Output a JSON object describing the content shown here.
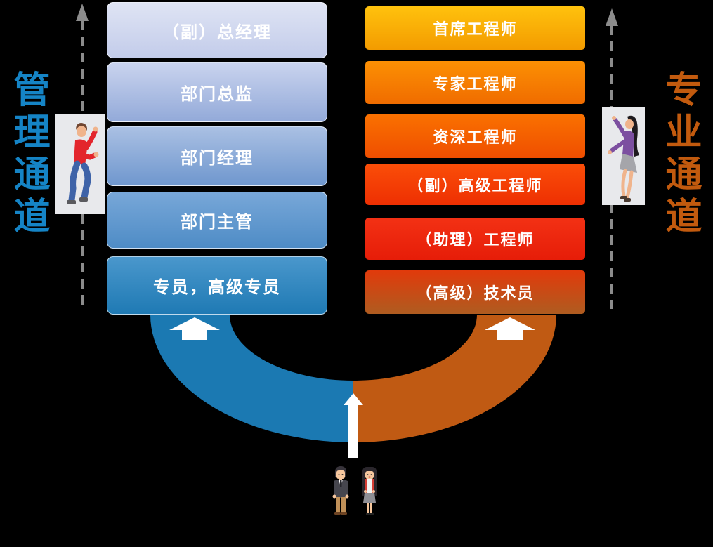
{
  "diagram": {
    "background": "#000000"
  },
  "left_channel": {
    "label": "管理通道",
    "label_color": "#1584C6",
    "box_text_color": "#FFFFFF",
    "levels": [
      {
        "label": "（副）总经理",
        "colors": {
          "top": "#DFE4F4",
          "bottom": "#C3CCEA"
        }
      },
      {
        "label": "部门总监",
        "colors": {
          "top": "#C9D3EE",
          "bottom": "#93AAD9"
        }
      },
      {
        "label": "部门经理",
        "colors": {
          "top": "#AAC0E3",
          "bottom": "#6F97CE"
        }
      },
      {
        "label": "部门主管",
        "colors": {
          "top": "#78A7D8",
          "bottom": "#4E8CC6"
        }
      },
      {
        "label": "专员，高级专员",
        "colors": {
          "top": "#4A97CC",
          "bottom": "#1F7AB4"
        }
      }
    ]
  },
  "right_channel": {
    "label": "专业通道",
    "label_color": "#C25A0E",
    "box_text_color": "#FFFFFF",
    "levels": [
      {
        "label": "首席工程师",
        "colors": {
          "top": "#FFC20D",
          "bottom": "#F39B00"
        }
      },
      {
        "label": "专家工程师",
        "colors": {
          "top": "#FC9003",
          "bottom": "#F06C00"
        }
      },
      {
        "label": "资深工程师",
        "colors": {
          "top": "#FA7100",
          "bottom": "#EF4E00"
        }
      },
      {
        "label": "（副）高级工程师",
        "colors": {
          "top": "#FA4E08",
          "bottom": "#EE2F02"
        }
      },
      {
        "label": "（助理）工程师",
        "colors": {
          "top": "#F33114",
          "bottom": "#E61D08"
        }
      },
      {
        "label": "（高级）技术员",
        "colors": {
          "top": "#E13A0B",
          "bottom": "#AF5C20"
        }
      }
    ]
  },
  "ring": {
    "left_color": "#1B79B2",
    "right_color": "#C05A13",
    "arrow_color": "#FFFFFF"
  },
  "guides": {
    "color": "#8C8C8C"
  },
  "icons": {
    "left_guide": "dashed-up-arrow",
    "right_guide": "dashed-up-arrow",
    "left_photo": "climbing-man-photo",
    "right_photo": "climbing-woman-photo",
    "promotion_arrows": "up-arrow",
    "bottom_left_figure": "businessman",
    "bottom_right_figure": "businesswoman"
  }
}
